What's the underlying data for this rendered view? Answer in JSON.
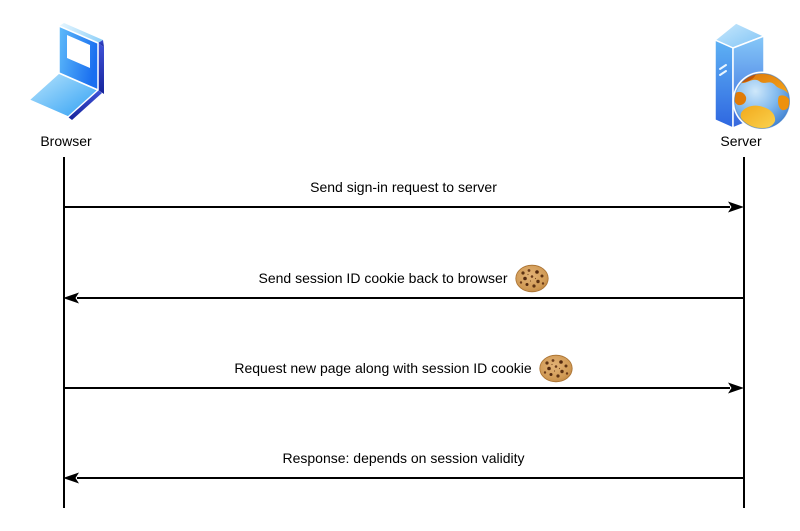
{
  "diagram": {
    "kind": "sequence-diagram",
    "background": "#ffffff",
    "line_color": "#000000"
  },
  "actors": [
    {
      "label": "Browser",
      "icon": "laptop-icon"
    },
    {
      "label": "Server",
      "icon": "server-globe-icon"
    }
  ],
  "messages": [
    {
      "label": "Send sign-in request to server",
      "direction": "right",
      "cookie_icon": false
    },
    {
      "label": "Send session ID cookie back to browser",
      "direction": "left",
      "cookie_icon": true
    },
    {
      "label": "Request new page along with session ID cookie",
      "direction": "right",
      "cookie_icon": true
    },
    {
      "label": "Response: depends on session validity",
      "direction": "left",
      "cookie_icon": false
    }
  ],
  "colors": {
    "icon_blue_light": "#5FBCFA",
    "icon_blue_mid": "#2E9FF4",
    "icon_blue_dark": "#1B2F9E",
    "globe_ocean": "#5AA7E8",
    "globe_land_orange": "#E8860B",
    "globe_land_yellow": "#FAD34F",
    "cookie_tan": "#D09A55",
    "cookie_chip": "#5E3313"
  }
}
